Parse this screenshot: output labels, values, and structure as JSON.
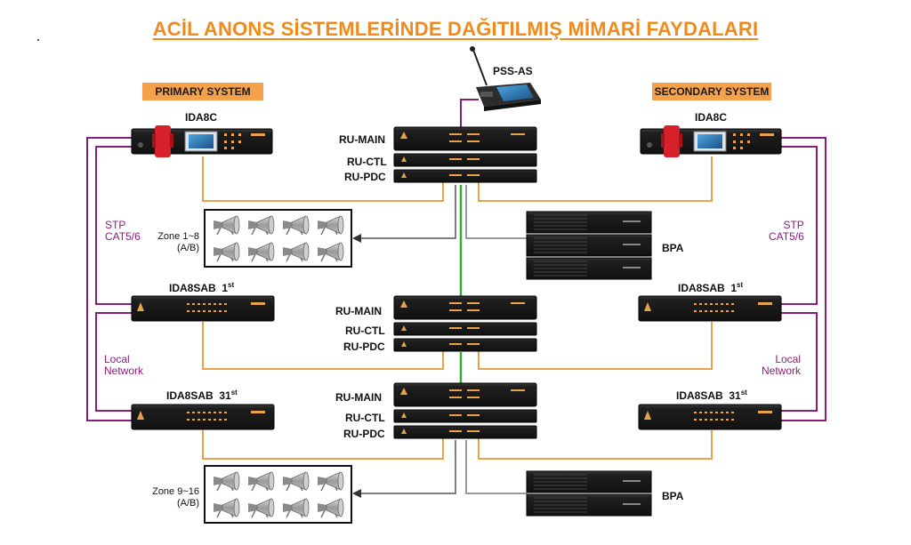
{
  "title": "ACİL ANONS SİSTEMLERİNDE DAĞITILMIŞ MİMARİ FAYDALARI",
  "primary_badge": "PRIMARY SYSTEM",
  "secondary_badge": "SECONDARY SYSTEM",
  "devices": {
    "pss": "PSS-AS",
    "ida8c": "IDA8C",
    "ida8sab": "IDA8SAB",
    "ru_main": "RU-MAIN",
    "ru_ctl": "RU-CTL",
    "ru_pdc": "RU-PDC",
    "bpa": "BPA"
  },
  "sab_first": {
    "num": "1",
    "suffix": "st"
  },
  "sab_last": {
    "num": "31",
    "suffix": "st"
  },
  "network_labels": {
    "stp_line1": "STP",
    "stp_line2": "CAT5/6",
    "local_line1": "Local",
    "local_line2": "Network"
  },
  "zones": {
    "upper_line1": "Zone 1~8",
    "upper_line2": "(A/B)",
    "lower_line1": "Zone 9~16",
    "lower_line2": "(A/B)"
  },
  "colors": {
    "title": "#f08a1a",
    "badge": "#f5a04a",
    "stp": "#8a1c7c",
    "orange_cable": "#e8a24a",
    "green_cable": "#3aa83a",
    "grey_cable": "#9a9a9a",
    "device": "#1b1b1b",
    "alarm_red": "#d8202a"
  }
}
